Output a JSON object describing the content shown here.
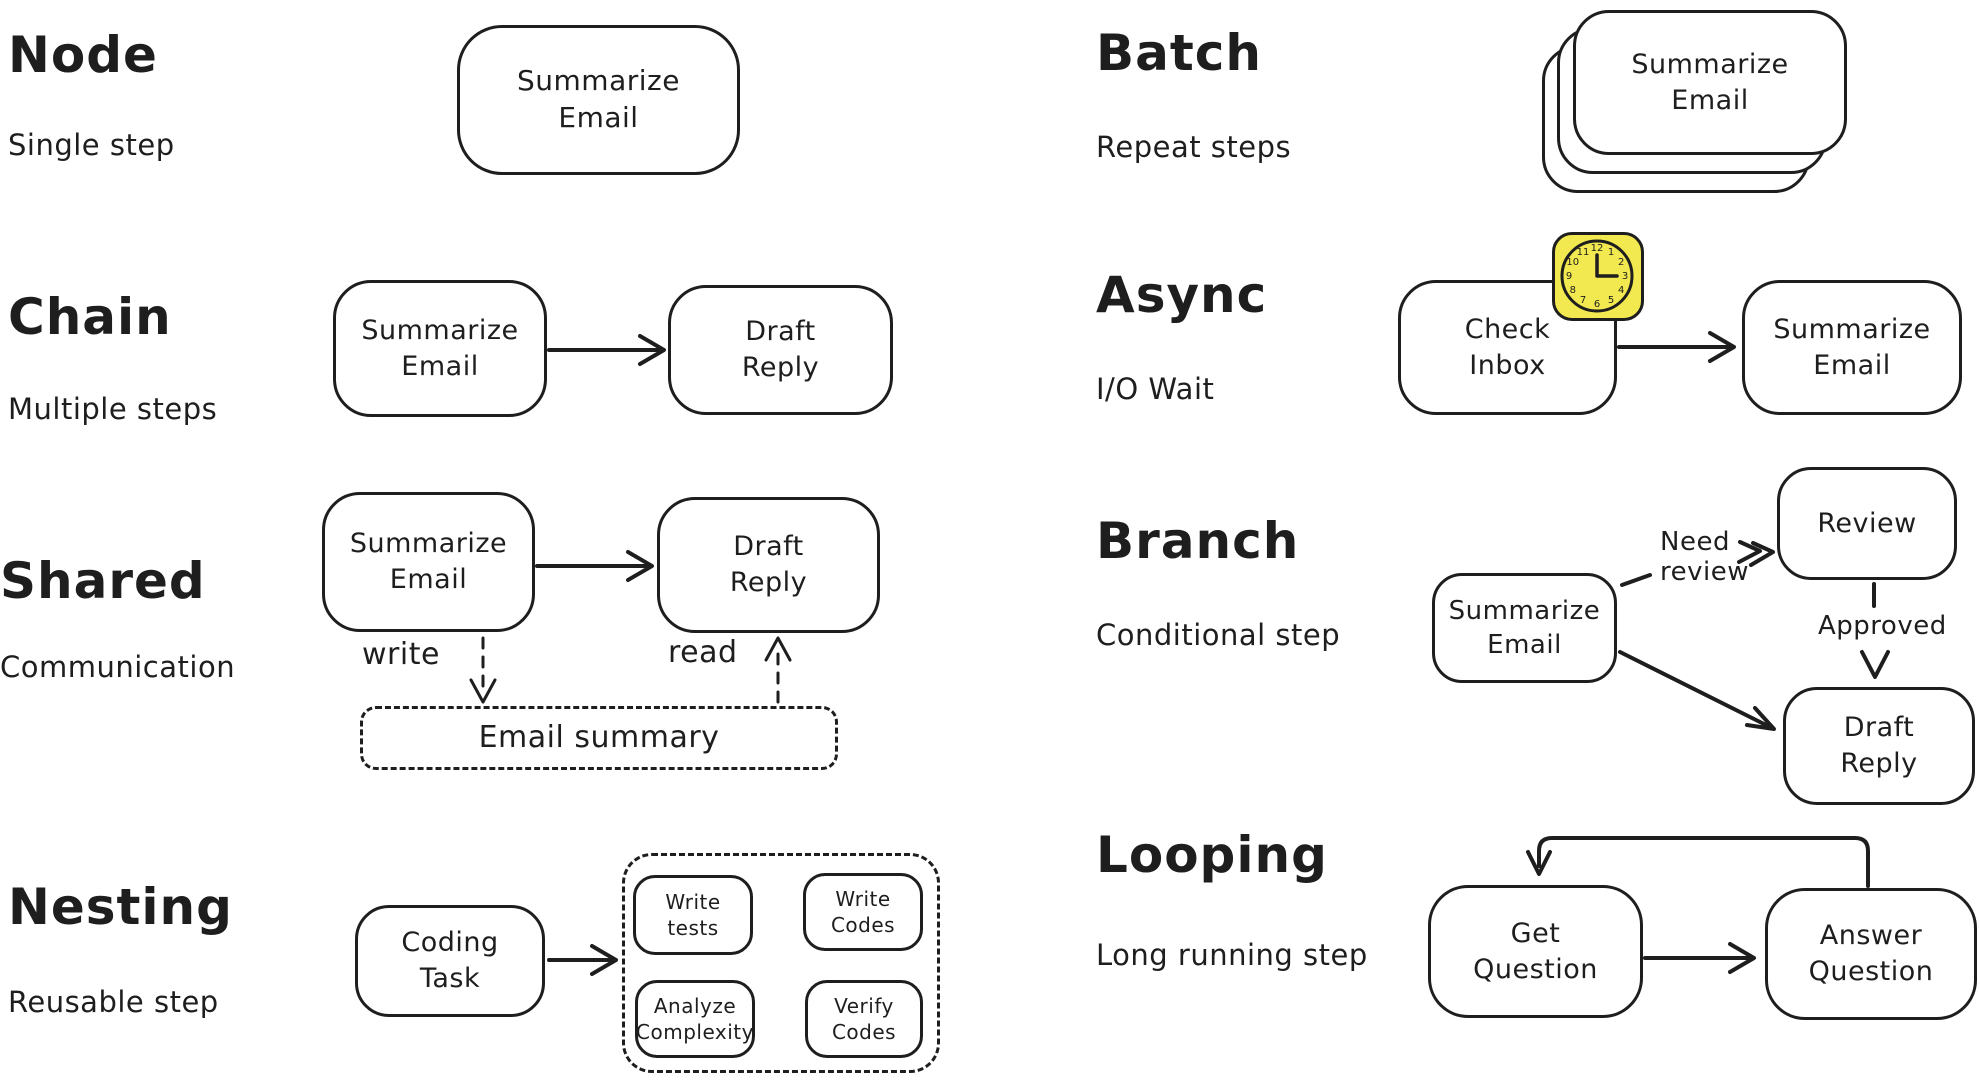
{
  "canvas": {
    "background": "#ffffff",
    "ink_color": "#1e1e1e",
    "clock_fill": "#f1e94f"
  },
  "sections": {
    "node": {
      "title": "Node",
      "subtitle": "Single step",
      "box": "Summarize\nEmail"
    },
    "chain": {
      "title": "Chain",
      "subtitle": "Multiple steps",
      "box1": "Summarize\nEmail",
      "box2": "Draft\nReply"
    },
    "shared": {
      "title": "Shared",
      "subtitle": "Communication",
      "box1": "Summarize\nEmail",
      "box2": "Draft\nReply",
      "write_label": "write",
      "read_label": "read",
      "store": "Email summary"
    },
    "nesting": {
      "title": "Nesting",
      "subtitle": "Reusable step",
      "box": "Coding\nTask",
      "inner_top_left": "Write\ntests",
      "inner_top_right": "Write\nCodes",
      "inner_bottom_left": "Analyze\nComplexity",
      "inner_bottom_right": "Verify\nCodes"
    },
    "batch": {
      "title": "Batch",
      "subtitle": "Repeat steps",
      "box": "Summarize\nEmail"
    },
    "async": {
      "title": "Async",
      "subtitle": "I/O Wait",
      "box1": "Check\nInbox",
      "box2": "Summarize\nEmail",
      "clock_numbers": [
        "12",
        "1",
        "2",
        "3",
        "4",
        "5",
        "6",
        "7",
        "8",
        "9",
        "10",
        "11"
      ]
    },
    "branch": {
      "title": "Branch",
      "subtitle": "Conditional step",
      "box1": "Summarize\nEmail",
      "box2": "Review",
      "box3": "Draft\nReply",
      "need_review_label": "Need\nreview",
      "approved_label": "Approved"
    },
    "looping": {
      "title": "Looping",
      "subtitle": "Long running step",
      "box1": "Get\nQuestion",
      "box2": "Answer\nQuestion"
    }
  }
}
